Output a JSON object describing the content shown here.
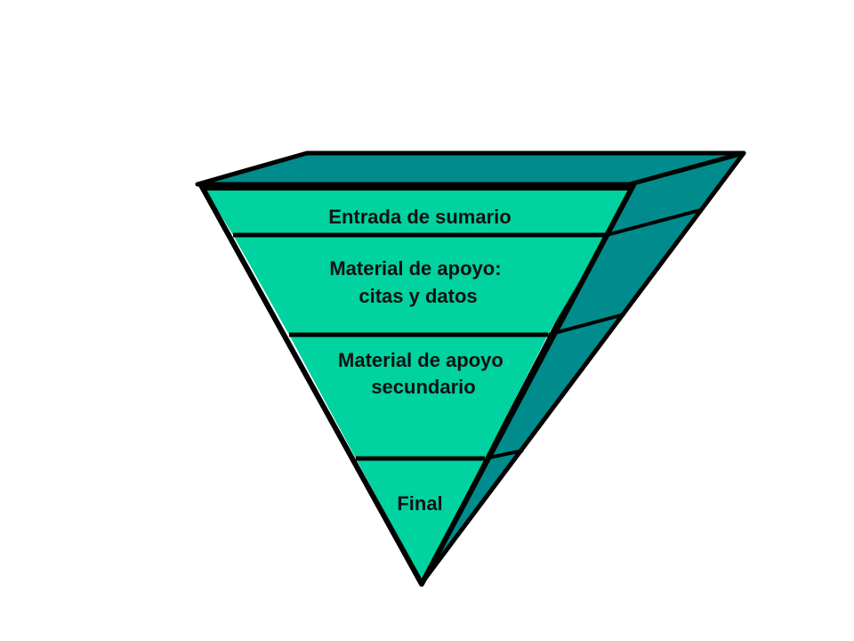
{
  "diagram": {
    "type": "inverted-pyramid",
    "colors": {
      "front_face": "#00d2a0",
      "side_face": "#008c8c",
      "outline": "#000000",
      "text": "#111111"
    },
    "tiers": [
      {
        "lines": [
          "Entrada de sumario"
        ]
      },
      {
        "lines": [
          "Material de apoyo:",
          "citas y datos"
        ]
      },
      {
        "lines": [
          "Material de apoyo",
          "secundario"
        ]
      },
      {
        "lines": [
          "Final"
        ]
      }
    ]
  }
}
